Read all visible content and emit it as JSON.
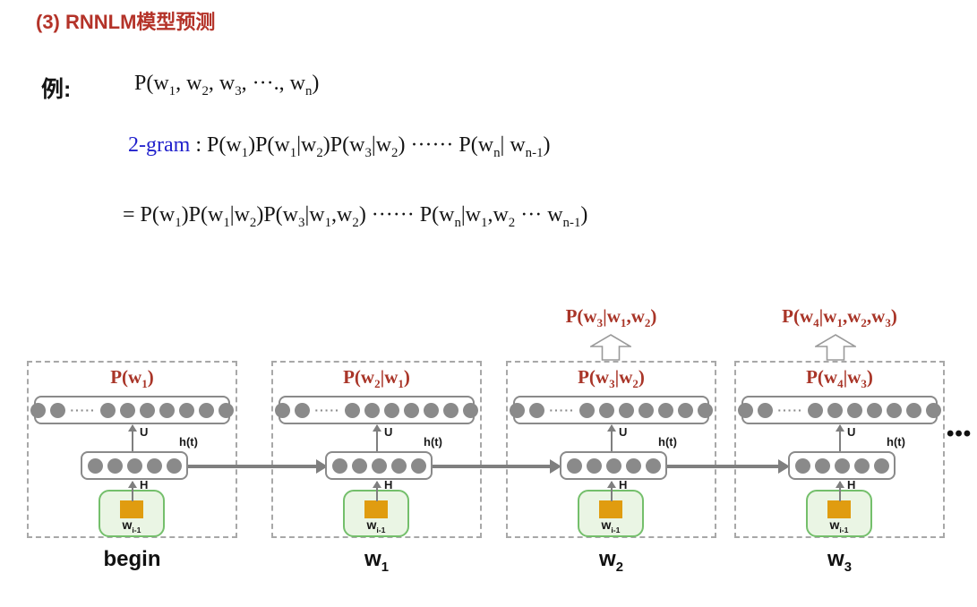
{
  "title": "(3) RNNLM模型预测",
  "example": {
    "label": "例:",
    "joint_prob": "P(w_{1}, w_{2}, w_{3}, ···., w_{n})",
    "bigram_term": "2-gram",
    "bigram_expansion": " : P(w_{1})P(w_{1}|w_{2})P(w_{3}|w_{2}) ······ P(w_{n}| w_{n-1})",
    "full_expansion": "= P(w_{1})P(w_{1}|w_{2})P(w_{3}|w_{1},w_{2}) ······ P(w_{n}|w_{1},w_{2} ··· w_{n-1})"
  },
  "diagram": {
    "cells": [
      {
        "p_label": "P(w_{1})",
        "word": "begin"
      },
      {
        "p_label": "P(w_{2}|w_{1})",
        "word": "w_{1}"
      },
      {
        "p_label": "P(w_{3}|w_{2})",
        "word": "w_{2}",
        "top_label": "P(w_{3}|w_{1},w_{2})"
      },
      {
        "p_label": "P(w_{4}|w_{3})",
        "word": "w_{3}",
        "top_label": "P(w_{4}|w_{1},w_{2},w_{3})"
      }
    ],
    "u_label": "U",
    "h_label": "H",
    "ht_label": "h(t)",
    "input_label": "w_{i-1}",
    "output_ellipsis": "·····",
    "continuation": "•••",
    "colors": {
      "title_red": "#b43329",
      "formula_blue": "#2020cc",
      "diagram_red": "#a93528",
      "node_gray": "#8a8a8a",
      "arrow_gray": "#7f7f7f",
      "green_fill": "#eaf5e4",
      "green_border": "#74bf6b",
      "embedding_orange": "#e09c10"
    }
  }
}
